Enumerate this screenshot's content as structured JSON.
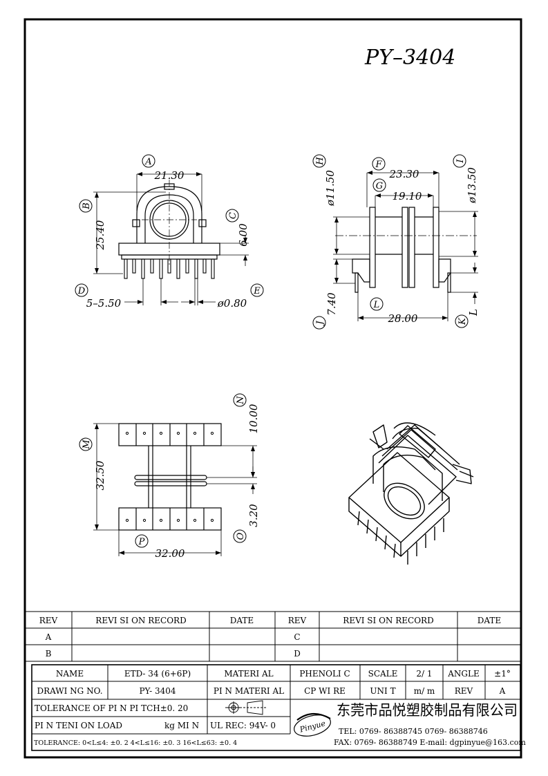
{
  "part_number": "PY–3404",
  "view_front": {
    "A": {
      "letter": "A",
      "value": "21.30"
    },
    "B": {
      "letter": "B",
      "value": "25.40"
    },
    "C": {
      "letter": "C",
      "value": "6.00"
    },
    "D": {
      "letter": "D",
      "value": "5–5.50"
    },
    "E": {
      "letter": "E",
      "value": "ø0.80"
    }
  },
  "view_side": {
    "H": {
      "letter": "H",
      "value": "ø11.50"
    },
    "F": {
      "letter": "F",
      "value": "23.30"
    },
    "G": {
      "letter": "G",
      "value": "19.10"
    },
    "I": {
      "letter": "I",
      "value": "ø13.50"
    },
    "J": {
      "letter": "J",
      "value": "7.40"
    },
    "L": {
      "letter": "L",
      "value": "28.00"
    },
    "K": {
      "letter": "K",
      "value": "L"
    }
  },
  "view_bottom": {
    "M": {
      "letter": "M",
      "value": "32.50"
    },
    "N": {
      "letter": "N",
      "value": "10.00"
    },
    "O": {
      "letter": "O",
      "value": "3.20"
    },
    "P": {
      "letter": "P",
      "value": "32.00"
    }
  },
  "revision_table": {
    "rev_header": "REV",
    "record_header": "REVI SI ON  RECORD",
    "date_header": "DATE",
    "left_rows": [
      "A",
      "B"
    ],
    "right_rows": [
      "C",
      "D"
    ]
  },
  "title_block": {
    "name_label": "NAME",
    "name_value": "ETD- 34  (6+6P)",
    "material_label": "MATERI AL",
    "material_value": "PHENOLI C",
    "scale_label": "SCALE",
    "scale_value": "2/ 1",
    "angle_label": "ANGLE",
    "angle_value": "±1°",
    "drawing_no_label": "DRAWI NG  NO.",
    "drawing_no_value": "PY- 3404",
    "pin_material_label": "PI N  MATERI AL",
    "pin_material_value": "CP  WI RE",
    "unit_label": "UNI T",
    "unit_value": "m/ m",
    "rev_label": "REV",
    "rev_value": "A",
    "tolerance_pitch": "TOLERANCE  OF  PI N  PI TCH±0. 20",
    "pin_tension": "PI N  TENI ON  LOAD",
    "pin_tension_value": "kg  MI N",
    "ul_rec": "UL  REC: 94V- 0",
    "tolerance_ranges": "TOLERANCE: 0<L≤4: ±0. 2   4<L≤16: ±0. 3   16<L≤63: ±0. 4",
    "logo_text": "Pinyue",
    "company_name": "东莞市品悦塑胶制品有限公司",
    "tel_line": "TEL: 0769- 86388745    0769- 86388746",
    "fax_line": "FAX: 0769- 86388749   E-mail: dgpinyue@163.com"
  }
}
